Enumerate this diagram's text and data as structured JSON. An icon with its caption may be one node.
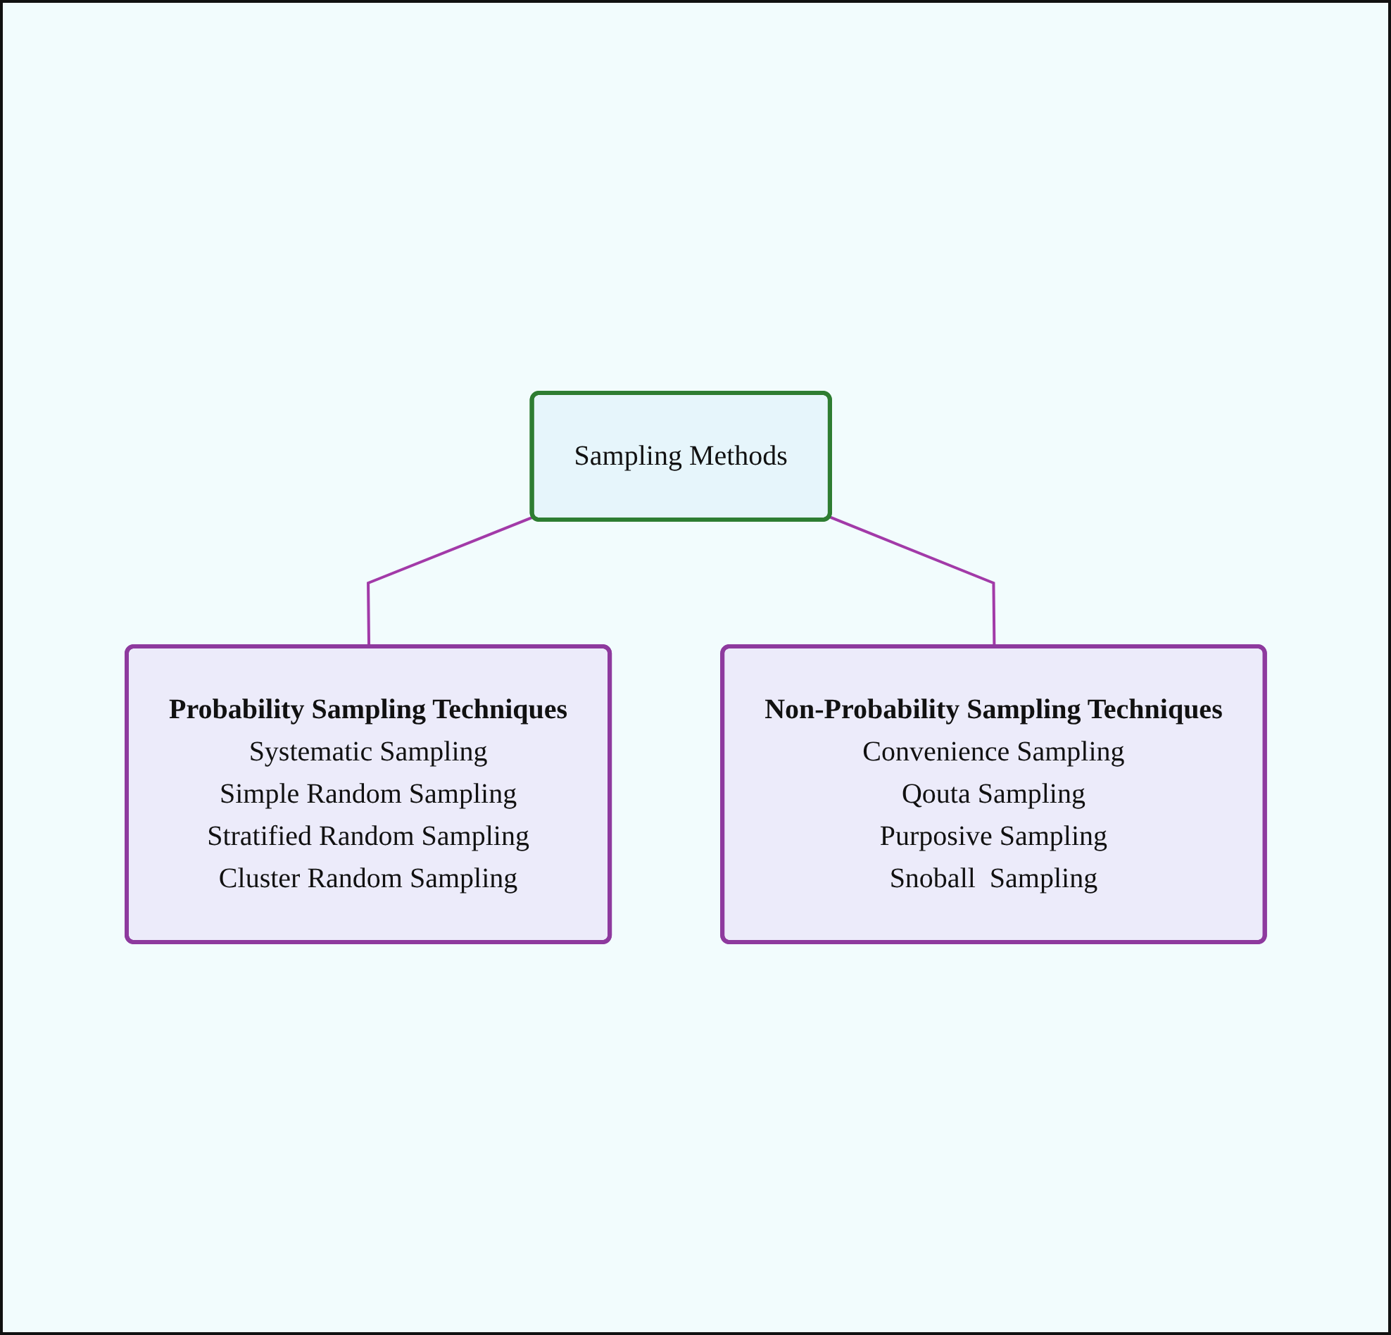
{
  "diagram": {
    "nodes": [
      {
        "text": [
          "Sampling Methods"
        ]
      },
      {
        "text": [
          "Probability Sampling Techniques",
          "Systematic Sampling",
          "Simple Random Sampling",
          "Stratified Random Sampling",
          "Cluster Random Sampling"
        ]
      },
      {
        "text": [
          "Non-Probability Sampling Techniques",
          "Convenience Sampling",
          "Qouta Sampling",
          "Purposive Sampling",
          "Snoball  Sampling"
        ]
      }
    ],
    "edges": [
      {
        "from": 0,
        "to": 1,
        "arrow": "none"
      },
      {
        "from": 0,
        "to": 2,
        "arrow": "none"
      }
    ]
  }
}
